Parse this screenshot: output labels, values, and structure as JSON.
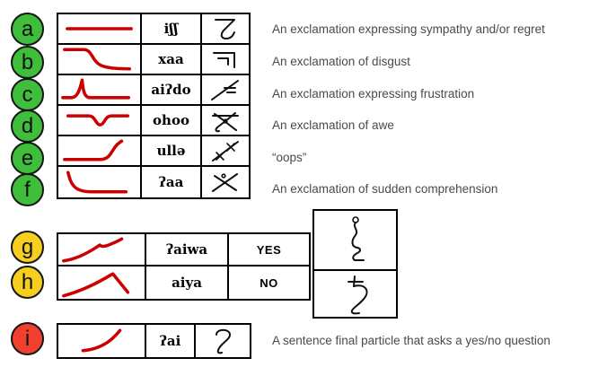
{
  "palette": {
    "badge_green": "#3ebe3b",
    "badge_yellow": "#f5ce1f",
    "badge_red": "#f1402f",
    "contour_red": "#cc0000",
    "description_gray": "#4a4a4a"
  },
  "rows_af": [
    {
      "letter": "a",
      "phonetic": "iʃʃ",
      "description": "An exclamation expressing sympathy and/or regret",
      "contour": "level",
      "glyph": "z-curl-script"
    },
    {
      "letter": "b",
      "phonetic": "xaa",
      "description": "An exclamation of disgust",
      "contour": "fall",
      "glyph": "nested-corner-script"
    },
    {
      "letter": "c",
      "phonetic": "aiʔdo",
      "description": "An exclamation expressing frustration",
      "contour": "spike",
      "glyph": "rising-slash-dashes-script"
    },
    {
      "letter": "d",
      "phonetic": "ohoo",
      "description": "An exclamation of awe",
      "contour": "dip",
      "glyph": "crossed-chi-script"
    },
    {
      "letter": "e",
      "phonetic": "ullə",
      "description": "“oops”",
      "contour": "late-rise",
      "glyph": "slash-double-cross-script"
    },
    {
      "letter": "f",
      "phonetic": "ʔaa",
      "description": "An exclamation of sudden comprehension",
      "contour": "early-fall",
      "glyph": "crossed-x-script"
    }
  ],
  "rows_gh": [
    {
      "letter": "g",
      "phonetic": "ʔaiwa",
      "answer": "YES",
      "contour": "rise-with-step",
      "glyph": "vertical-squiggle-script"
    },
    {
      "letter": "h",
      "phonetic": "aiya",
      "answer": "NO",
      "contour": "rise-fall",
      "glyph": "crossed-hook-script"
    }
  ],
  "row_i": {
    "letter": "i",
    "phonetic": "ʔai",
    "description": "A sentence final particle that asks a yes/no question",
    "contour": "rise",
    "glyph": "question-particle-script"
  }
}
